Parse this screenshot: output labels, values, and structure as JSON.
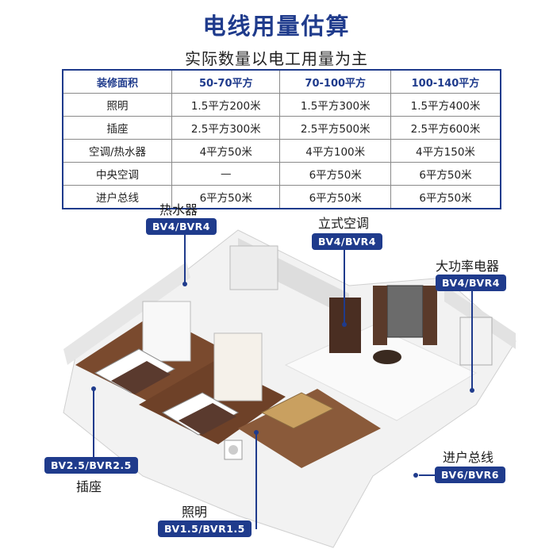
{
  "header": {
    "title": "电线用量估算",
    "subtitle": "实际数量以电工用量为主"
  },
  "table": {
    "headers": [
      "装修面积",
      "50-70平方",
      "70-100平方",
      "100-140平方"
    ],
    "rows": [
      [
        "照明",
        "1.5平方200米",
        "1.5平方300米",
        "1.5平方400米"
      ],
      [
        "插座",
        "2.5平方300米",
        "2.5平方500米",
        "2.5平方600米"
      ],
      [
        "空调/热水器",
        "4平方50米",
        "4平方100米",
        "4平方150米"
      ],
      [
        "中央空调",
        "—",
        "6平方50米",
        "6平方50米"
      ],
      [
        "进户总线",
        "6平方50米",
        "6平方50米",
        "6平方50米"
      ]
    ]
  },
  "callouts": {
    "water_heater": {
      "label": "热水器",
      "tag": "BV4/BVR4"
    },
    "floor_ac": {
      "label": "立式空调",
      "tag": "BV4/BVR4"
    },
    "high_power": {
      "label": "大功率电器",
      "tag": "BV4/BVR4"
    },
    "socket": {
      "label": "插座",
      "tag": "BV2.5/BVR2.5"
    },
    "main_line": {
      "label": "进户总线",
      "tag": "BV6/BVR6"
    },
    "lighting": {
      "label": "照明",
      "tag": "BV1.5/BVR1.5"
    }
  },
  "colors": {
    "accent": "#1f3b8c",
    "floor_wood": "#7a4a2e",
    "wall": "#eeeeee"
  }
}
